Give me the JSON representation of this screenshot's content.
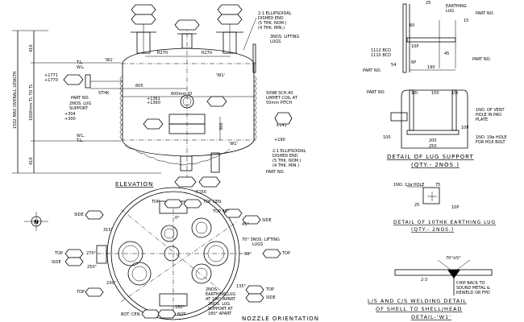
{
  "elevation": {
    "title": "ELEVATION",
    "radius_left": "R270",
    "radius_right": "R270",
    "head_note_top": [
      "2:1 ELLIPSOIDAL",
      "DISHED END",
      "(5 THK. NOM.)",
      "(4 THK. MIN.)"
    ],
    "lifting_lugs": [
      "3NOS. LIFTING",
      "LUGS"
    ],
    "limpet_coil": [
      "50NB SCH.40",
      "LIMPET COIL AT",
      "50mm PITCH"
    ],
    "head_note_bottom": [
      "2:1 ELLIPSOIDAL",
      "DISHED END",
      "(5 THK. NOM.)",
      "(4 THK. MIN.)"
    ],
    "weld_tag_1": "'W1'",
    "weld_tag_2": "'W1'",
    "weld_tag_3": "'W1'",
    "tl": "T.L.",
    "wl": "W.L.",
    "dim_605": "605",
    "shell_thk": "5THK",
    "inner_dia": "600mm ID",
    "part_no": "PART NO.",
    "lug_support": [
      "2NOS. LUG",
      "SUPPORT"
    ],
    "elev_1": "+1771",
    "elev_2": "+1770",
    "elev_3": "+1361",
    "elev_4": "+1360",
    "elev_5": "+304",
    "elev_6": "+300",
    "elev_7": "+141",
    "dim_300": "300",
    "dim_r150": "R150",
    "overall_length": "1502 MAX OVERALL LENGTH",
    "tl_to_tl": "1000mm TL TO TL",
    "dim_410_top": "410",
    "dim_410_bot": "410",
    "elev_right": "+190"
  },
  "nozzle_orientation": {
    "title": "NOZZLE ORIENTATION",
    "north": "N",
    "labels": {
      "top": "TOP",
      "top_cen": "TOP CEN.",
      "side": "SIDE",
      "top45": "TOP 45°",
      "bot_cen": "BOT. CEN.",
      "bot": "BOT."
    },
    "angles": [
      "0°",
      "45°",
      "70°",
      "90°",
      "135°",
      "180°",
      "230°",
      "270°",
      "315°",
      "250°"
    ],
    "lifting_lugs": [
      "70° 3NOS. LIFTING",
      "LUGS"
    ],
    "earthing_lug": [
      "2NOS.",
      "EARTHING LUG",
      "AT 180° APART"
    ],
    "lug_support": [
      "2NOS. LUG",
      "SUPPORT AT",
      "180° APART"
    ],
    "nozzle_tag": "—"
  },
  "lug_detail": {
    "earthing_lug": [
      "EARTHING",
      "LUG"
    ],
    "part_no": "PART NO.",
    "dims": [
      "25",
      "15",
      "60",
      "45",
      "190",
      "10P",
      "6P",
      "54"
    ],
    "bcd1": "1112 BCD",
    "bcd2": "1110 BCD",
    "title": "DETAIL OF LUG SUPPORT",
    "qty": "(QTY.- 2NOS.)",
    "support_dims": [
      "10t",
      "150",
      "10t",
      "200",
      "250",
      "100"
    ],
    "vent_note": [
      "1NO. OF VENT",
      "HOLE IN PAD",
      "PLATE"
    ],
    "hole_note": [
      "1NO. 19ø HOLE",
      "FOR M16 BOLT"
    ],
    "fillet": "10P"
  },
  "earthing_detail": {
    "hole_note": "1NO. 12ø HOLE",
    "dims": [
      "75",
      "25",
      "10P"
    ],
    "title": "DETAIL OF 10THK EARTHING LUG",
    "qty": "(QTY.- 2NOS.)"
  },
  "weld_detail": {
    "angle": "70°±5°",
    "gap": "2-3",
    "note": [
      "CHIP BACK TO",
      "SOUND METAL &",
      "REWELD OR FPD"
    ],
    "title1": "L/S AND C/S WELDING DETAIL",
    "title2": "OF SHELL TO SHELL/HEAD",
    "title3": "DETAIL-'W1'"
  }
}
